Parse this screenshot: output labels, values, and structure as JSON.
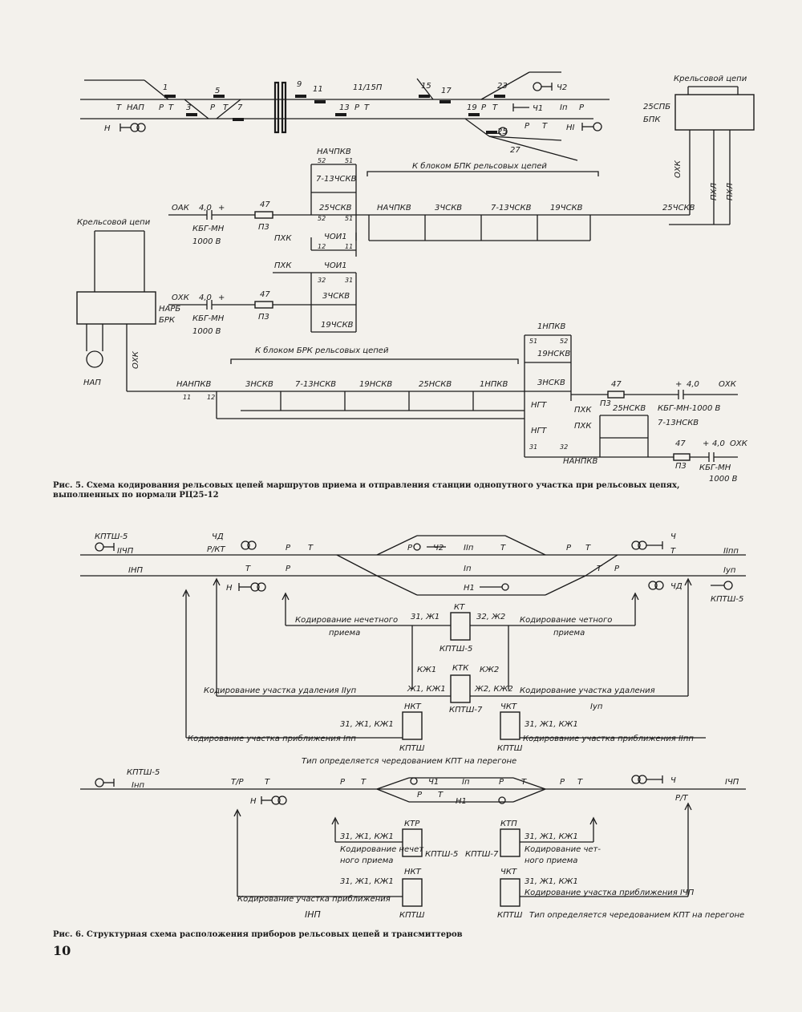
{
  "fig5": {
    "track": {
      "switch_numbers": [
        "1",
        "5",
        "9",
        "11",
        "11/15П",
        "15",
        "17",
        "23",
        "3",
        "7",
        "13",
        "19",
        "25",
        "27"
      ],
      "labels": [
        "Т",
        "НАП",
        "Р",
        "Т",
        "Р",
        "Т",
        "Р",
        "Т",
        "Р",
        "Т",
        "Iп",
        "Р",
        "Р",
        "Т"
      ],
      "signals": [
        "Н",
        "Ч2",
        "Ч1",
        "НI"
      ]
    },
    "right_block": {
      "title": "Крельсовой цепи",
      "name": "25СПБ",
      "sub": "БПК",
      "vert1": "ОХК",
      "vert2": "ПХЛ",
      "vert3": "ПХЛ"
    },
    "left_block": {
      "title": "Крельсовой цепи",
      "name": "НАРБ",
      "sub": "БРК",
      "lamp": "НАП",
      "vert": "ОХК"
    },
    "upper_group": {
      "header": "К блоком БПК рельсовых цепей",
      "relays_stack": [
        "НАЧПКВ",
        "7-13ЧСКВ",
        "25ЧСКВ",
        "ЧОИ1"
      ],
      "row_relays": [
        "НАЧПКВ",
        "3ЧСКВ",
        "7-13ЧСКВ",
        "19ЧСКВ",
        "25ЧСКВ"
      ],
      "source": "ОАК",
      "cap_value": "4,0",
      "cap_sign": "+",
      "cap_type": "КБГ-МН",
      "cap_voltage": "1000 В",
      "fuse": "47",
      "fuse_name": "П3",
      "pxk": "ПХК",
      "contact_a": "52",
      "contact_b": "51",
      "contact_c": "12",
      "contact_d": "11"
    },
    "middle_group": {
      "pxk": "ПХК",
      "relays_stack": [
        "ЧОИ1",
        "3ЧСКВ",
        "19ЧСКВ"
      ],
      "source": "ОХК",
      "cap_value": "4,0",
      "cap_sign": "+",
      "cap_type": "КБГ-МН",
      "cap_voltage": "1000 В",
      "fuse": "47",
      "fuse_name": "П3",
      "contact_a": "32",
      "contact_b": "31"
    },
    "lower_group": {
      "header": "К блоком БРК рельсовых цепей",
      "row_relays": [
        "НАНПКВ",
        "3НСКВ",
        "7-13НСКВ",
        "19НСКВ",
        "25НСКВ",
        "1НПКВ"
      ],
      "stack": [
        "1НПКВ",
        "19НСКВ",
        "3НСКВ",
        "НГТ",
        "НГТ"
      ],
      "stack2": [
        "25НСКВ",
        "7-13НСКВ"
      ],
      "bottom": "НАНПКВ",
      "top_source": {
        "fuse": "47",
        "fuse_name": "П3",
        "cap": "4,0",
        "sign": "+",
        "bus": "ОХК",
        "cap_type": "КБГ-МН-1000 В"
      },
      "bottom_source": {
        "fuse": "47",
        "fuse_name": "П3",
        "cap": "4,0",
        "sign": "+",
        "bus": "ОХК",
        "cap_type": "КБГ-МН",
        "voltage": "1000 В"
      },
      "pxk": "ПХК",
      "contact_a": "11",
      "contact_b": "12",
      "contact_c": "51",
      "contact_d": "52",
      "contact_e": "31",
      "contact_f": "32"
    },
    "caption": "Рис. 5. Схема кодирования рельсовых цепей маршрутов приема и отправления станции однопутного участка при рельсовых цепях, выполненных по нормали РЦ25-12"
  },
  "fig6": {
    "top": {
      "left_top": "КПТШ-5",
      "left_track1": "IIЧП",
      "left_track2": "IНП",
      "sig_label": "ЧД",
      "sig_sub": "Р/КТ",
      "sig_h": "Н",
      "ch2": "Ч2",
      "track_IIp": "IIп",
      "track_Ip": "Iп",
      "h1": "Н1",
      "right_ch": "Ч",
      "right_t": "Т",
      "right_track1": "IIпп",
      "right_track2": "Iуп",
      "right_chd": "ЧД",
      "right_kptsh": "КПТШ-5",
      "kt_label": "КТ",
      "kt_left": "31, Ж1",
      "kt_right": "32, Ж2",
      "kod_odd": "Кодирование нечетного",
      "kod_odd2": "приема",
      "kod_even": "Кодирование четного",
      "kod_even2": "приема",
      "kptsh5": "КПТШ-5",
      "ktk": "КТК",
      "kzh1": "КЖ1",
      "kzh2": "КЖ2",
      "ktk_left": "Ж1, КЖ1",
      "ktk_right": "Ж2, КЖ2",
      "kptsh7": "КПТШ-7",
      "kod_away_left": "Кодирование участка удаления IIуп",
      "kod_away_right": "Кодирование участка удаления",
      "kod_away_right2": "Iуп",
      "nkt": "НКТ",
      "chkt": "ЧКТ",
      "nkt_code": "31, Ж1, КЖ1",
      "chkt_code": "31, Ж1, КЖ1",
      "kod_appr_left": "Кодирование участка приближения Iпп",
      "kod_appr_right": "Кодирование участка приближения IIпп",
      "kptsh_a": "КПТШ",
      "kptsh_b": "КПТШ",
      "note": "Тип определяется чередованием КПТ на перегоне",
      "pt_labels": [
        "Р",
        "Т",
        "Р",
        "Т",
        "Р",
        "Т",
        "Р",
        "Т",
        "Р",
        "Т"
      ]
    },
    "bottom": {
      "left_kptsh": "КПТШ-5",
      "left_track": "Iнп",
      "tr": "Т/Р",
      "t": "Т",
      "h": "Н",
      "ch1": "Ч1",
      "track_Ip": "Iп",
      "h1": "Н1",
      "ch": "Ч",
      "pt": "Р/Т",
      "right_track": "IЧП",
      "ktr": "КТР",
      "ktp": "КТП",
      "ktr_code": "31, Ж1, КЖ1",
      "ktp_code": "31, Ж1, КЖ1",
      "kod_odd": "Кодирование нечет",
      "kod_odd2": "ного приема",
      "kod_even": "Кодирование чет-",
      "kod_even2": "ного приема",
      "kptsh5": "КПТШ-5",
      "kptsh7": "КПТШ-7",
      "nkt": "НКТ",
      "chkt": "ЧКТ",
      "nkt_code": "31, Ж1, КЖ1",
      "chkt_code": "31, Ж1, КЖ1",
      "kod_appr_left": "Кодирование участка приближения",
      "inp": "IНП",
      "kod_appr_right": "Кодирование участка приближения IЧП",
      "kptsh_a": "КПТШ",
      "kptsh_b": "КПТШ",
      "note": "Тип определяется чередованием КПТ на перегоне",
      "pt_labels": [
        "Р",
        "Т",
        "Р",
        "Т",
        "Р",
        "Т",
        "Р",
        "Т"
      ]
    },
    "caption": "Рис. 6. Структурная схема расположения приборов рельсовых цепей и трансмиттеров"
  },
  "page_number": "10"
}
